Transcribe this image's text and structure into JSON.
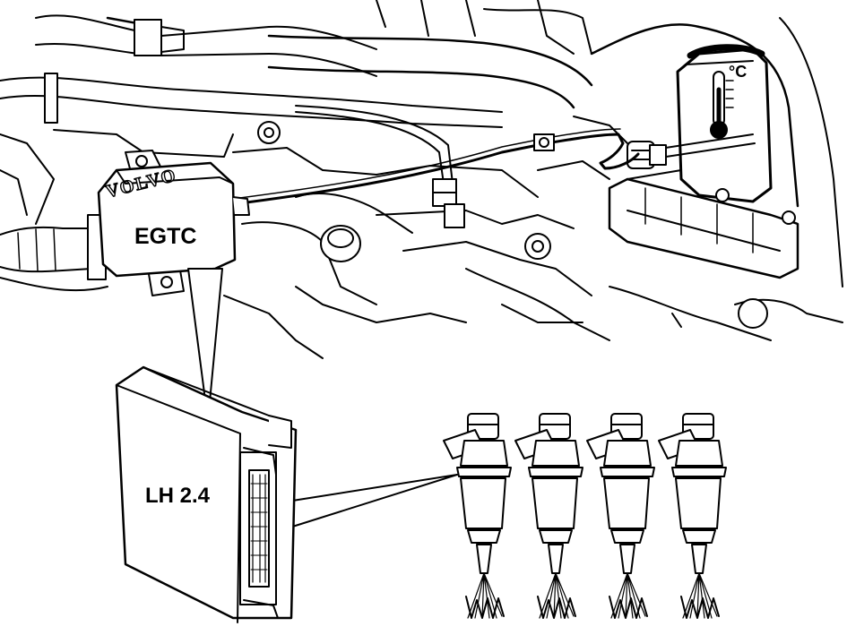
{
  "labels": {
    "control_unit_top": "EGTC",
    "control_unit_brand": "VOLVO",
    "ecu": "LH 2.4",
    "temperature_unit": "°C"
  },
  "colors": {
    "ink": "#000000",
    "paper": "#ffffff"
  },
  "icons": [
    "thermometer-icon",
    "fuel-injector-icon"
  ]
}
